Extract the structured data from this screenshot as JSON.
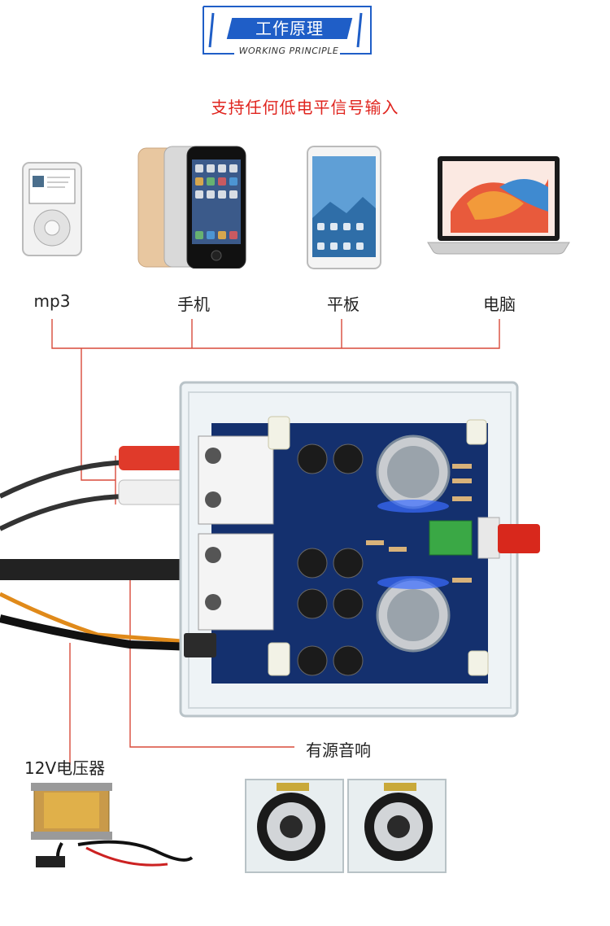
{
  "banner": {
    "title": "工作原理",
    "subtitle": "WORKING PRINCIPLE"
  },
  "headline": "支持任何低电平信号输入",
  "devices": [
    {
      "label": "mp3",
      "icon": "mp3-player-icon"
    },
    {
      "label": "手机",
      "icon": "smartphone-icon"
    },
    {
      "label": "平板",
      "icon": "tablet-icon"
    },
    {
      "label": "电脑",
      "icon": "laptop-icon"
    }
  ],
  "captions": {
    "transformer": "12V电压器",
    "speakers": "有源音响"
  },
  "colors": {
    "accent_blue": "#1f5ec7",
    "headline_red": "#e0251f",
    "connector_line": "#d84a3a",
    "pcb_blue": "#14306e"
  }
}
